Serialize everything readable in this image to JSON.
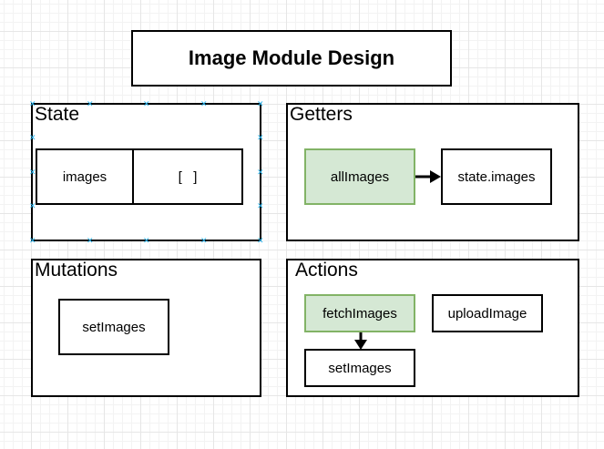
{
  "title": "Image Module Design",
  "panels": {
    "state": {
      "title": "State",
      "key_cell": "images",
      "value_cell": "[   ]"
    },
    "getters": {
      "title": "Getters",
      "getter": "allImages",
      "target": "state.images"
    },
    "mutations": {
      "title": "Mutations",
      "mutation": "setImages"
    },
    "actions": {
      "title": "Actions",
      "fetch": "fetchImages",
      "upload": "uploadImage",
      "set": "setImages"
    }
  },
  "colors": {
    "highlight_fill": "#d5e8d4",
    "highlight_border": "#82b366",
    "selection_handle": "#29b6f2"
  }
}
